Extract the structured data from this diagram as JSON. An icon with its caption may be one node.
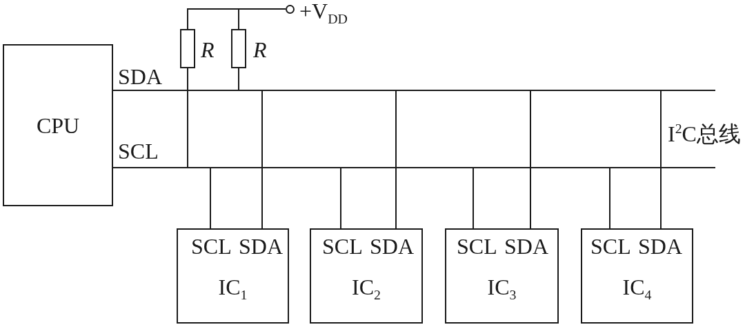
{
  "diagram": {
    "nodes": [
      {
        "text": [
          "CPU"
        ]
      },
      {
        "text": [
          "SCL",
          "SDA",
          "IC$_{1}$"
        ]
      },
      {
        "text": [
          "SCL",
          "SDA",
          "IC$_{2}$"
        ]
      },
      {
        "text": [
          "SCL",
          "SDA",
          "IC$_{3}$"
        ]
      },
      {
        "text": [
          "SCL",
          "SDA",
          "IC$_{4}$"
        ]
      },
      {
        "text": [],
        "shape": "box",
        "beside": [
          "R"
        ]
      },
      {
        "text": [],
        "shape": "box",
        "beside": [
          "R"
        ]
      },
      {
        "text": [],
        "shape": "circle",
        "beside": [
          "+V$_{DD}$"
        ]
      }
    ],
    "edges": [
      {
        "from": 0,
        "to": null,
        "arrow": "none",
        "label": "SDA"
      },
      {
        "from": 0,
        "to": null,
        "arrow": "none",
        "label": "SCL"
      },
      {
        "from": null,
        "to": 1,
        "arrow": "none"
      },
      {
        "from": null,
        "to": 1,
        "arrow": "none"
      },
      {
        "from": null,
        "to": 2,
        "arrow": "none"
      },
      {
        "from": null,
        "to": 2,
        "arrow": "none"
      },
      {
        "from": null,
        "to": 3,
        "arrow": "none"
      },
      {
        "from": null,
        "to": 3,
        "arrow": "none"
      },
      {
        "from": null,
        "to": 4,
        "arrow": "none"
      },
      {
        "from": null,
        "to": 4,
        "arrow": "none"
      },
      {
        "from": 7,
        "to": 5,
        "arrow": "none"
      },
      {
        "from": 7,
        "to": 6,
        "arrow": "none"
      },
      {
        "from": 5,
        "to": null,
        "arrow": "none"
      },
      {
        "from": 6,
        "to": null,
        "arrow": "none"
      }
    ],
    "labels": [
      "I$^{2}$C总线"
    ]
  }
}
